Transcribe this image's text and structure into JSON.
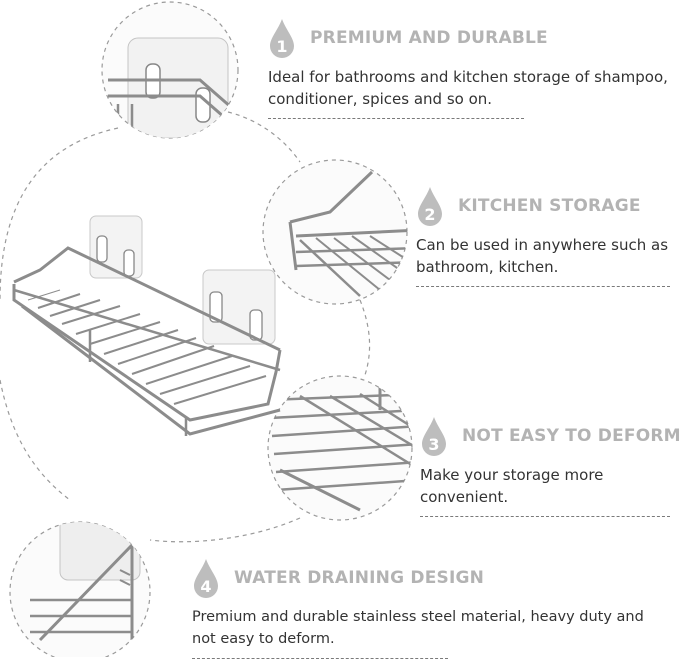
{
  "features": [
    {
      "number": "1",
      "title": "PREMIUM AND DURABLE",
      "lines": [
        "Ideal for bathrooms and kitchen storage of shampoo,",
        "conditioner, spices and so on."
      ],
      "icon": "water-drop-icon"
    },
    {
      "number": "2",
      "title": "KITCHEN STORAGE",
      "lines": [
        "Can be used in anywhere such as",
        "bathroom, kitchen."
      ],
      "icon": "water-drop-icon"
    },
    {
      "number": "3",
      "title": "NOT EASY TO DEFORM",
      "lines": [
        "Make your storage more",
        "convenient."
      ],
      "icon": "water-drop-icon"
    },
    {
      "number": "4",
      "title": "WATER DRAINING DESIGN",
      "lines": [
        "Premium and durable stainless steel material, heavy duty and",
        "not easy to deform."
      ],
      "icon": "water-drop-icon"
    }
  ],
  "colors": {
    "drop_fill": "#bdbdbd",
    "title_text": "#b3b3b3",
    "body_text": "#333333",
    "steel": "#8c8c8c",
    "dashed_line": "#7a7a7a"
  }
}
